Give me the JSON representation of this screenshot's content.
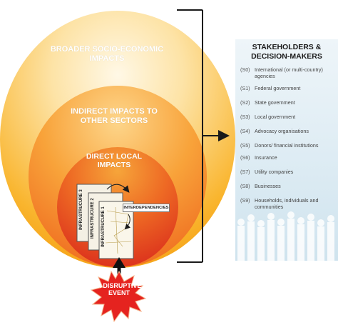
{
  "circles": {
    "broad": "BROADER SOCIO-ECONOMIC IMPACTS",
    "indirect": "INDIRECT IMPACTS TO OTHER SECTORS",
    "direct": "DIRECT LOCAL IMPACTS"
  },
  "infrastructure": [
    "INFRASTRUCURE 3",
    "INFRASTRUCURE 2",
    "INFRASTRUCURE 1"
  ],
  "interdependencies": "INTERDEPENDENCIES",
  "event": "A DISRUPTIVE EVENT",
  "stakeholders": {
    "title": "STAKEHOLDERS & DECISION-MAKERS",
    "items": [
      {
        "code": "(S0)",
        "text": "International (or multi-country) agencies"
      },
      {
        "code": "(S1)",
        "text": "Federal government"
      },
      {
        "code": "(S2)",
        "text": "State government"
      },
      {
        "code": "(S3)",
        "text": "Local government"
      },
      {
        "code": "(S4)",
        "text": "Advocacy organisations"
      },
      {
        "code": "(S5)",
        "text": "Donors/ financial institutions"
      },
      {
        "code": "(S6)",
        "text": "Insurance"
      },
      {
        "code": "(S7)",
        "text": "Utility companies"
      },
      {
        "code": "(S8)",
        "text": "Businesses"
      },
      {
        "code": "(S9)",
        "text": "Households, individuals and communities"
      }
    ]
  },
  "colors": {
    "outer_top": "#fde7b5",
    "outer_edge": "#f7b022",
    "middle": "#f58a1f",
    "inner": "#e63b1e",
    "panel": "#dcebf3",
    "bracket": "#1a1a1a"
  }
}
